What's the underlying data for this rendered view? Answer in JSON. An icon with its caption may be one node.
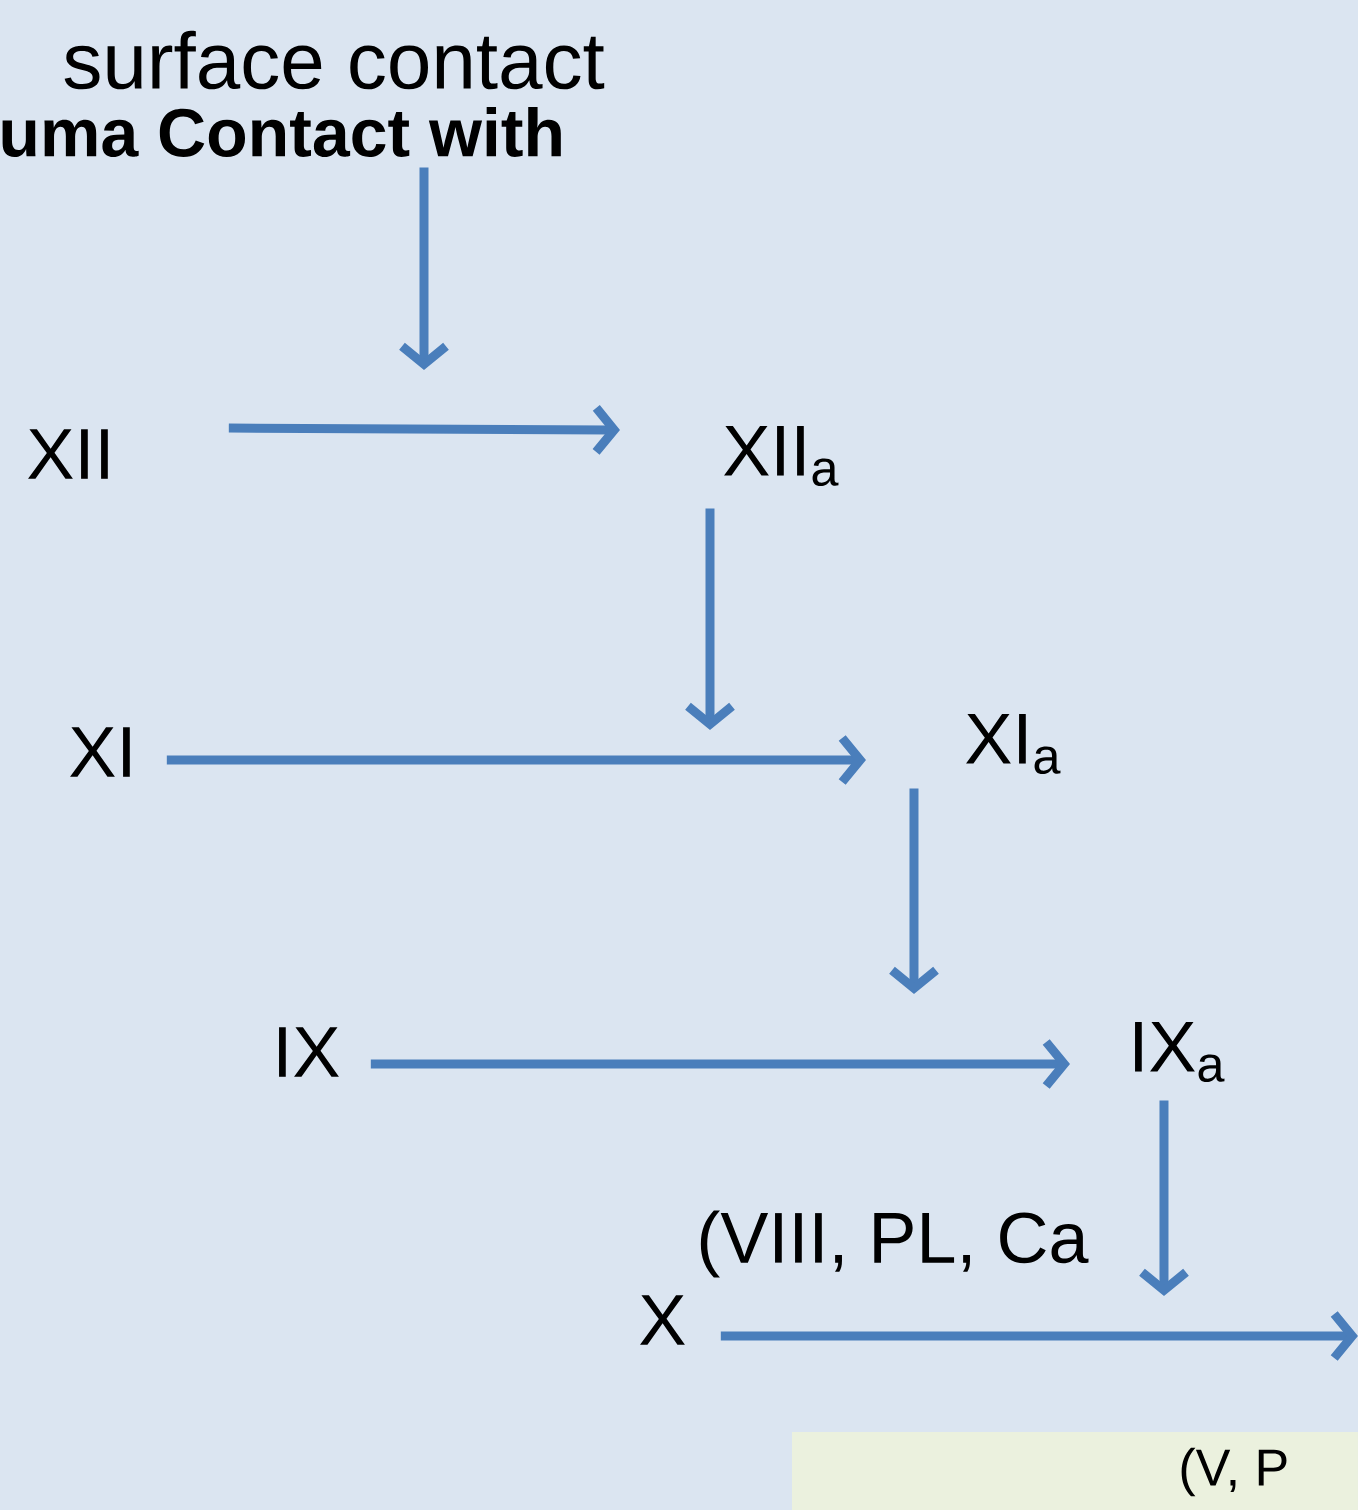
{
  "diagram": {
    "nodes": [
      {
        "text": [
          "surface contact"
        ]
      },
      {
        "text": [
          "uma Contact with"
        ]
      },
      {
        "text": [
          "XII"
        ]
      },
      {
        "text": [
          "XII$_{a}$"
        ]
      },
      {
        "text": [
          "XI"
        ]
      },
      {
        "text": [
          "XI$_{a}$"
        ]
      },
      {
        "text": [
          "IX"
        ]
      },
      {
        "text": [
          "IX$_{a}$"
        ]
      },
      {
        "text": [
          "X"
        ]
      },
      {
        "text": [
          "(V, P"
        ]
      }
    ],
    "edges": [
      {
        "from": 1,
        "to": null,
        "arrow": "to"
      },
      {
        "from": 2,
        "to": 3,
        "arrow": "to"
      },
      {
        "from": 3,
        "to": null,
        "arrow": "to"
      },
      {
        "from": 4,
        "to": 5,
        "arrow": "to"
      },
      {
        "from": 5,
        "to": null,
        "arrow": "to"
      },
      {
        "from": 6,
        "to": 7,
        "arrow": "to"
      },
      {
        "from": 7,
        "to": null,
        "arrow": "to"
      },
      {
        "from": 8,
        "to": null,
        "arrow": "to"
      }
    ],
    "labels": [
      "(VIII, PL, Ca"
    ]
  }
}
